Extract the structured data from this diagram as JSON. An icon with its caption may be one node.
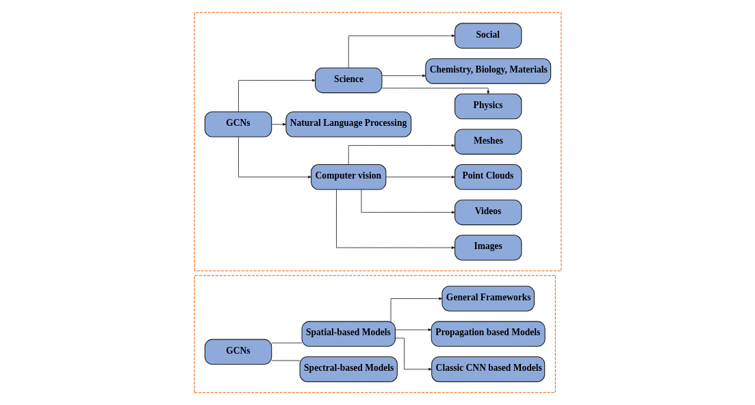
{
  "diagram": {
    "nodes": [
      {
        "text": [],
        "shape": "box"
      },
      {
        "text": [
          "GCNs"
        ],
        "in": 0
      },
      {
        "text": [
          "Spectral-based Models"
        ],
        "in": 0
      },
      {
        "text": [
          "Spatial-based Models"
        ],
        "in": 0
      },
      {
        "text": [
          "Classic CNN based Models"
        ],
        "in": 0
      },
      {
        "text": [
          "Propagation based Models"
        ],
        "in": 0
      },
      {
        "text": [
          "General Frameworks"
        ],
        "in": 0
      },
      {
        "text": [],
        "shape": "box"
      },
      {
        "text": [
          "GCNs"
        ],
        "in": 7
      },
      {
        "text": [
          "Computer vision"
        ],
        "in": 7
      },
      {
        "text": [
          "Natural Language Processing"
        ],
        "in": 7
      },
      {
        "text": [
          "Science"
        ],
        "in": 7
      },
      {
        "text": [
          "Images"
        ],
        "in": 7
      },
      {
        "text": [
          "Videos"
        ],
        "in": 7
      },
      {
        "text": [
          "Point Clouds"
        ],
        "in": 7
      },
      {
        "text": [
          "Meshes"
        ],
        "in": 7
      },
      {
        "text": [
          "Physics"
        ],
        "in": 7
      },
      {
        "text": [
          "Chemistry, Biology, Materials"
        ],
        "in": 7
      },
      {
        "text": [
          "Social"
        ],
        "in": 7
      }
    ],
    "edges": [
      {
        "from": 1,
        "to": 2,
        "arrow": "none"
      },
      {
        "from": 1,
        "to": 3,
        "arrow": "none"
      },
      {
        "from": 3,
        "to": 4,
        "arrow": "to"
      },
      {
        "from": 3,
        "to": 5,
        "arrow": "to"
      },
      {
        "from": 3,
        "to": 6,
        "arrow": "to"
      },
      {
        "from": 8,
        "to": 9,
        "arrow": "to"
      },
      {
        "from": 8,
        "to": 10,
        "arrow": "to"
      },
      {
        "from": 8,
        "to": 11,
        "arrow": "to"
      },
      {
        "from": 9,
        "to": 12,
        "arrow": "to"
      },
      {
        "from": 9,
        "to": 13,
        "arrow": "to"
      },
      {
        "from": 9,
        "to": 14,
        "arrow": "to"
      },
      {
        "from": 9,
        "to": 15,
        "arrow": "to"
      },
      {
        "from": 11,
        "to": 16,
        "arrow": "to"
      },
      {
        "from": 11,
        "to": 17,
        "arrow": "to"
      },
      {
        "from": 11,
        "to": 18,
        "arrow": "to"
      }
    ]
  }
}
